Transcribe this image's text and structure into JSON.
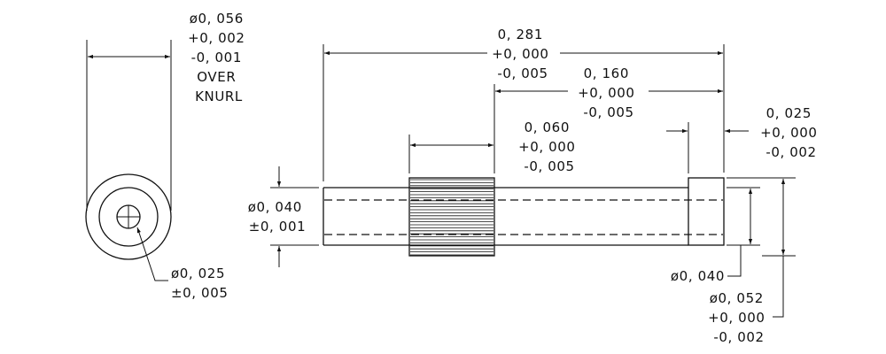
{
  "end_view": {
    "knurl_dia": {
      "lines": [
        "ø0, 056",
        "+0, 002",
        "-0, 001",
        "OVER",
        "KNURL"
      ]
    },
    "bore_dia": {
      "lines": [
        "ø0, 025",
        "±0, 005"
      ]
    }
  },
  "side_view": {
    "overall_length": {
      "lines": [
        "0, 281",
        "+0, 000",
        "-0, 005"
      ]
    },
    "step_length": {
      "lines": [
        "0, 160",
        "+0, 000",
        "-0, 005"
      ]
    },
    "knurl_length": {
      "lines": [
        "0, 060",
        "+0, 000",
        "-0, 005"
      ]
    },
    "collar_length": {
      "lines": [
        "0, 025",
        "+0, 000",
        "-0, 002"
      ]
    },
    "shaft_dia": {
      "lines": [
        "ø0, 040",
        "±0, 001"
      ]
    },
    "collar_inner_dia": {
      "lines": [
        "ø0, 040"
      ]
    },
    "collar_outer_dia": {
      "lines": [
        "ø0, 052",
        "+0, 000",
        "-0, 002"
      ]
    }
  },
  "colors": {
    "ink": "#111111",
    "paper": "#ffffff"
  }
}
